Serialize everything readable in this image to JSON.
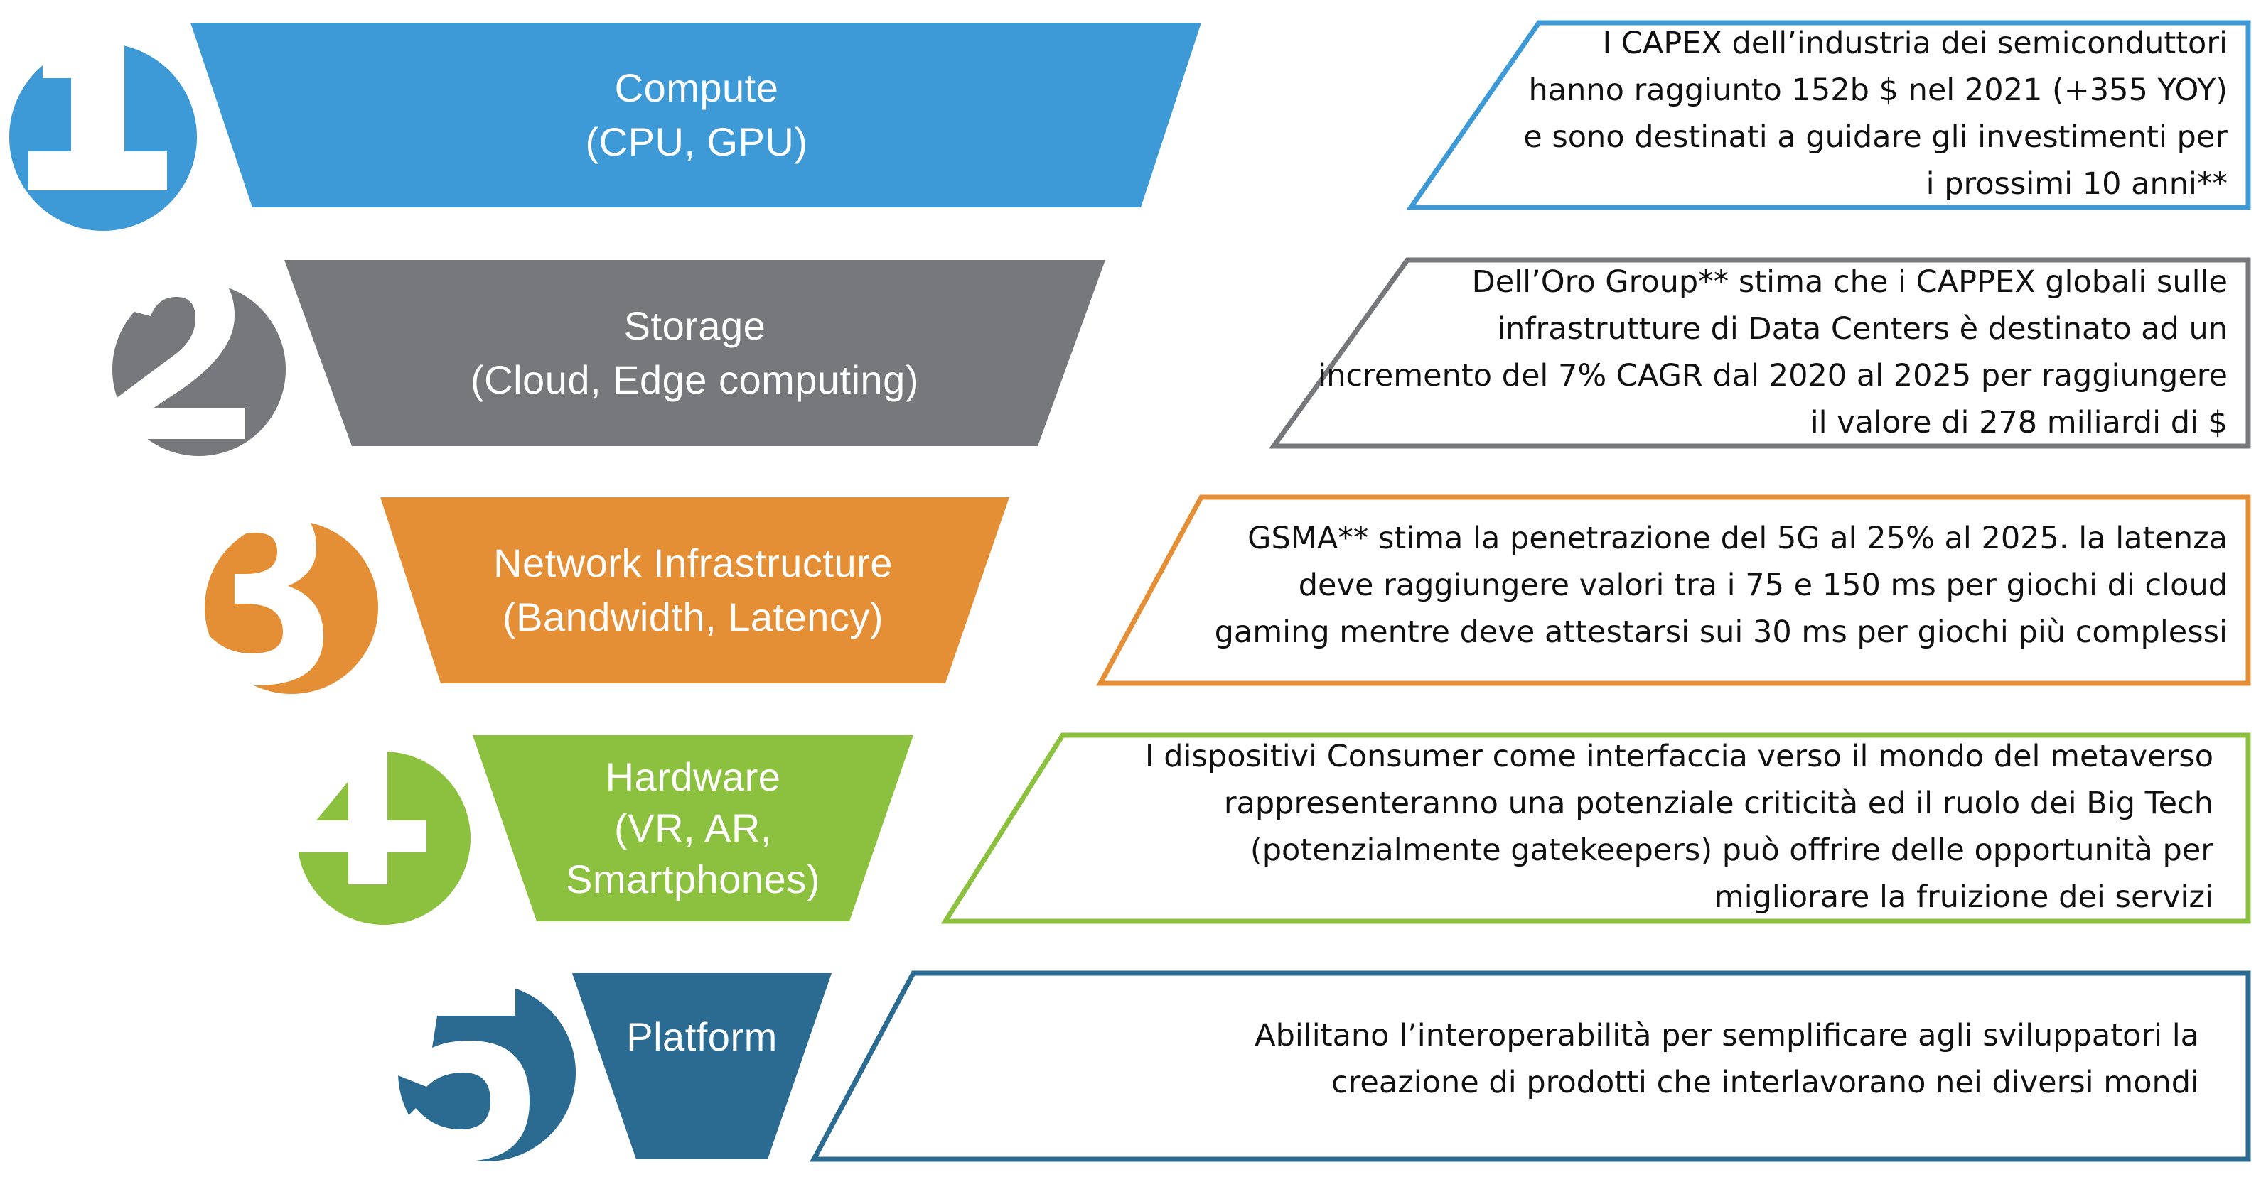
{
  "levels": [
    {
      "number": "1",
      "color": "#3d9ad6",
      "title": "Compute",
      "subtitle": "(CPU, GPU)",
      "description": [
        "I CAPEX dell’industria  dei semiconduttori",
        "hanno raggiunto 152b $ nel 2021 (+355 YOY)",
        "e sono destinati a guidare gli investimenti per",
        "i prossimi 10 anni**"
      ]
    },
    {
      "number": "2",
      "color": "#76787b",
      "title": "Storage",
      "subtitle": "(Cloud, Edge computing)",
      "description": [
        "Dell’Oro Group** stima che i CAPPEX globali sulle",
        "infrastrutture di Data Centers è destinato ad un",
        "incremento del 7% CAGR dal 2020 al 2025 per raggiungere",
        "il valore di 278 miliardi di $"
      ]
    },
    {
      "number": "3",
      "color": "#e48f35",
      "title": "Network Infrastructure",
      "subtitle": "(Bandwidth, Latency)",
      "description": [
        "GSMA**  stima la penetrazione del 5G al 25% al 2025. la latenza",
        "deve raggiungere valori tra i 75 e 150 ms per giochi di cloud",
        "gaming mentre deve attestarsi sui 30 ms per giochi più complessi"
      ]
    },
    {
      "number": "4",
      "color": "#8cc13f",
      "title": "Hardware",
      "subtitle": "(VR, AR,",
      "subtitle2": "Smartphones)",
      "description": [
        "I dispositivi  Consumer  come  interfaccia   verso il mondo del metaverso",
        "rappresenteranno  una  potenziale  criticità ed il ruolo dei Big Tech",
        "(potenzialmente  gatekeepers)  può offrire  delle opportunità per",
        "migliorare  la  fruizione  dei servizi"
      ]
    },
    {
      "number": "5",
      "color": "#2b6a91",
      "title": "Platform",
      "description": [
        "Abilitano  l’interoperabilità  per semplificare agli sviluppatori la",
        "creazione  di prodotti  che interlavorano  nei diversi mondi"
      ]
    }
  ]
}
